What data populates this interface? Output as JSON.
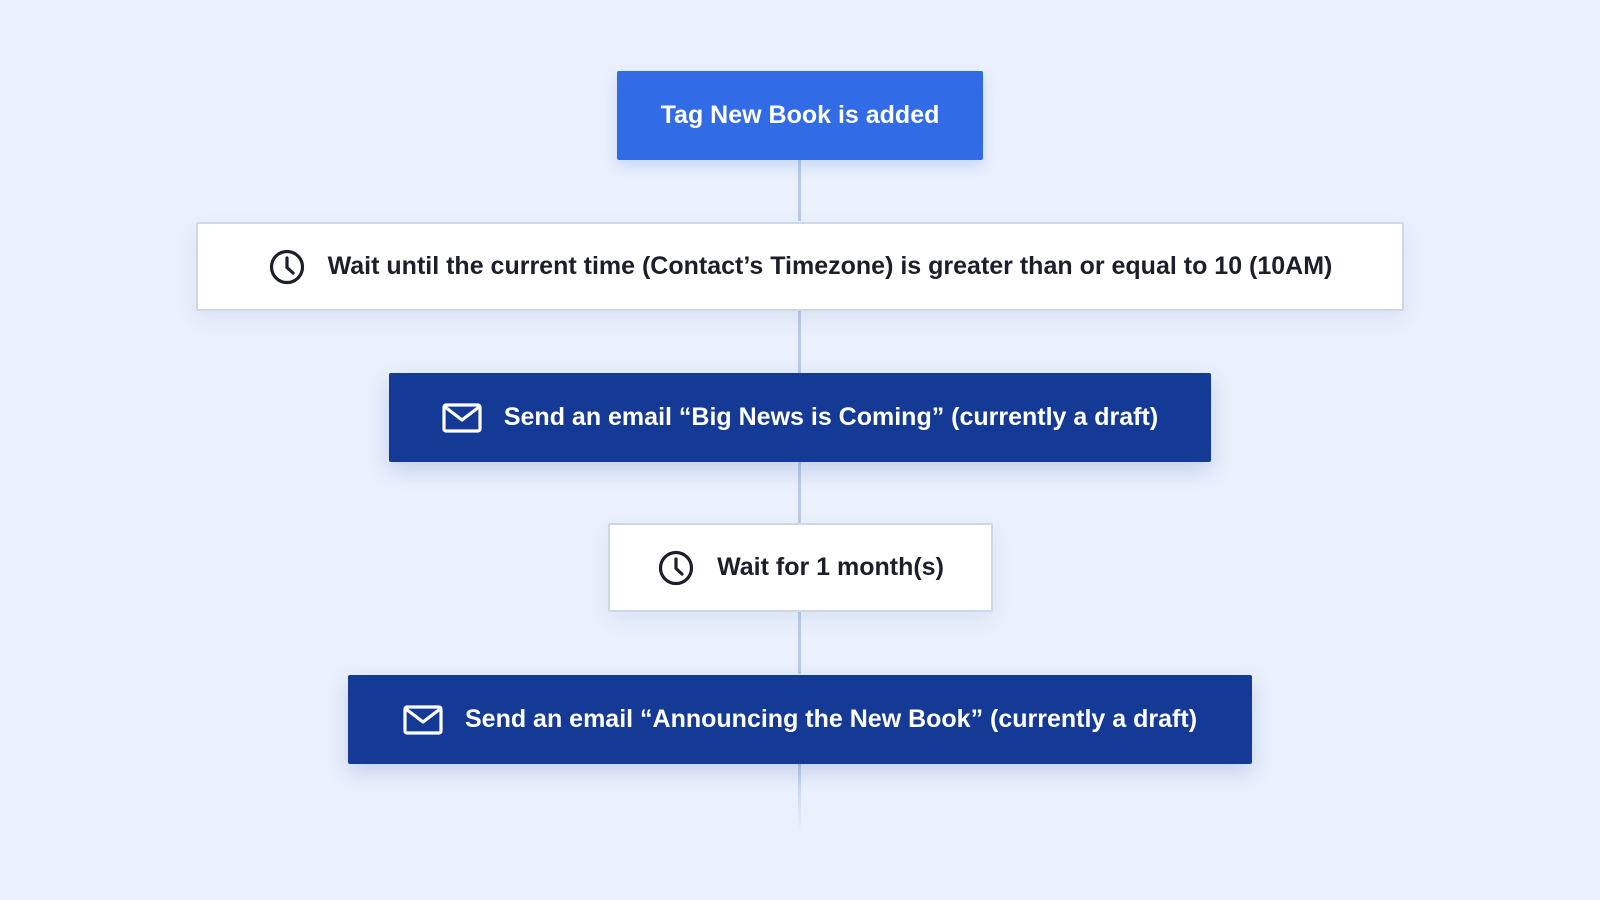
{
  "flow": {
    "steps": [
      {
        "type": "trigger",
        "label": "Tag New Book is added",
        "icon": null
      },
      {
        "type": "wait",
        "label": "Wait until the current time (Contact’s Timezone) is greater than or equal to 10 (10AM)",
        "icon": "clock-icon"
      },
      {
        "type": "email",
        "label": "Send an email “Big News is Coming” (currently a draft)",
        "icon": "envelope-icon"
      },
      {
        "type": "wait",
        "label": "Wait for 1 month(s)",
        "icon": "clock-icon"
      },
      {
        "type": "email",
        "label": "Send an email “Announcing the New Book” (currently a draft)",
        "icon": "envelope-icon"
      }
    ]
  },
  "colors": {
    "background": "#eaf1fd",
    "trigger": "#316be6",
    "email": "#143a96",
    "wait_border": "#cdd7e6",
    "connector": "#b9cbe6"
  }
}
